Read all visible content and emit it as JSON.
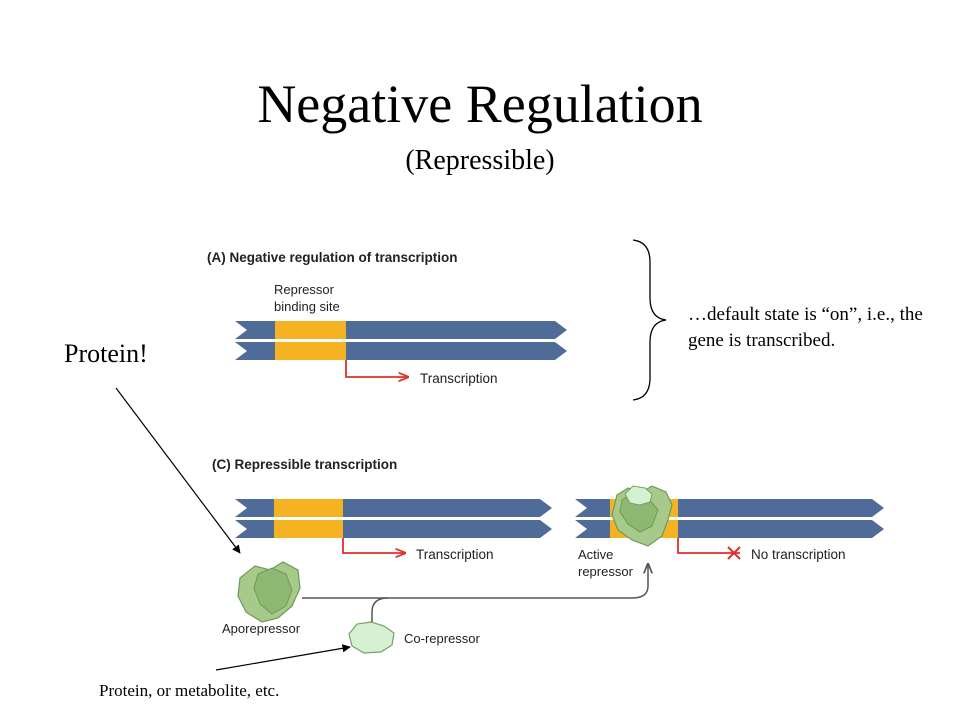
{
  "slide": {
    "title": "Negative Regulation",
    "subtitle": "(Repressible)",
    "callouts": {
      "protein": "Protein!",
      "default_state": "…default state is “on”, i.e., the gene is transcribed.",
      "metabolite": "Protein, or metabolite, etc."
    }
  },
  "figure": {
    "panel_a": {
      "heading": "(A) Negative regulation of transcription",
      "binding_site_line1": "Repressor",
      "binding_site_line2": "binding site",
      "transcription": "Transcription"
    },
    "panel_c": {
      "heading": "(C) Repressible transcription",
      "transcription": "Transcription",
      "active_repressor_line1": "Active",
      "active_repressor_line2": "repressor",
      "no_transcription": "No transcription",
      "aporepressor": "Aporepressor",
      "corepressor": "Co-repressor"
    }
  },
  "colors": {
    "dna": "#4f6b98",
    "binding_site": "#f5b324",
    "arrow": "#e0302a",
    "protein_fill": "#a7c98a",
    "corepressor_fill": "#d6f0d2",
    "pathway": "#555555"
  }
}
